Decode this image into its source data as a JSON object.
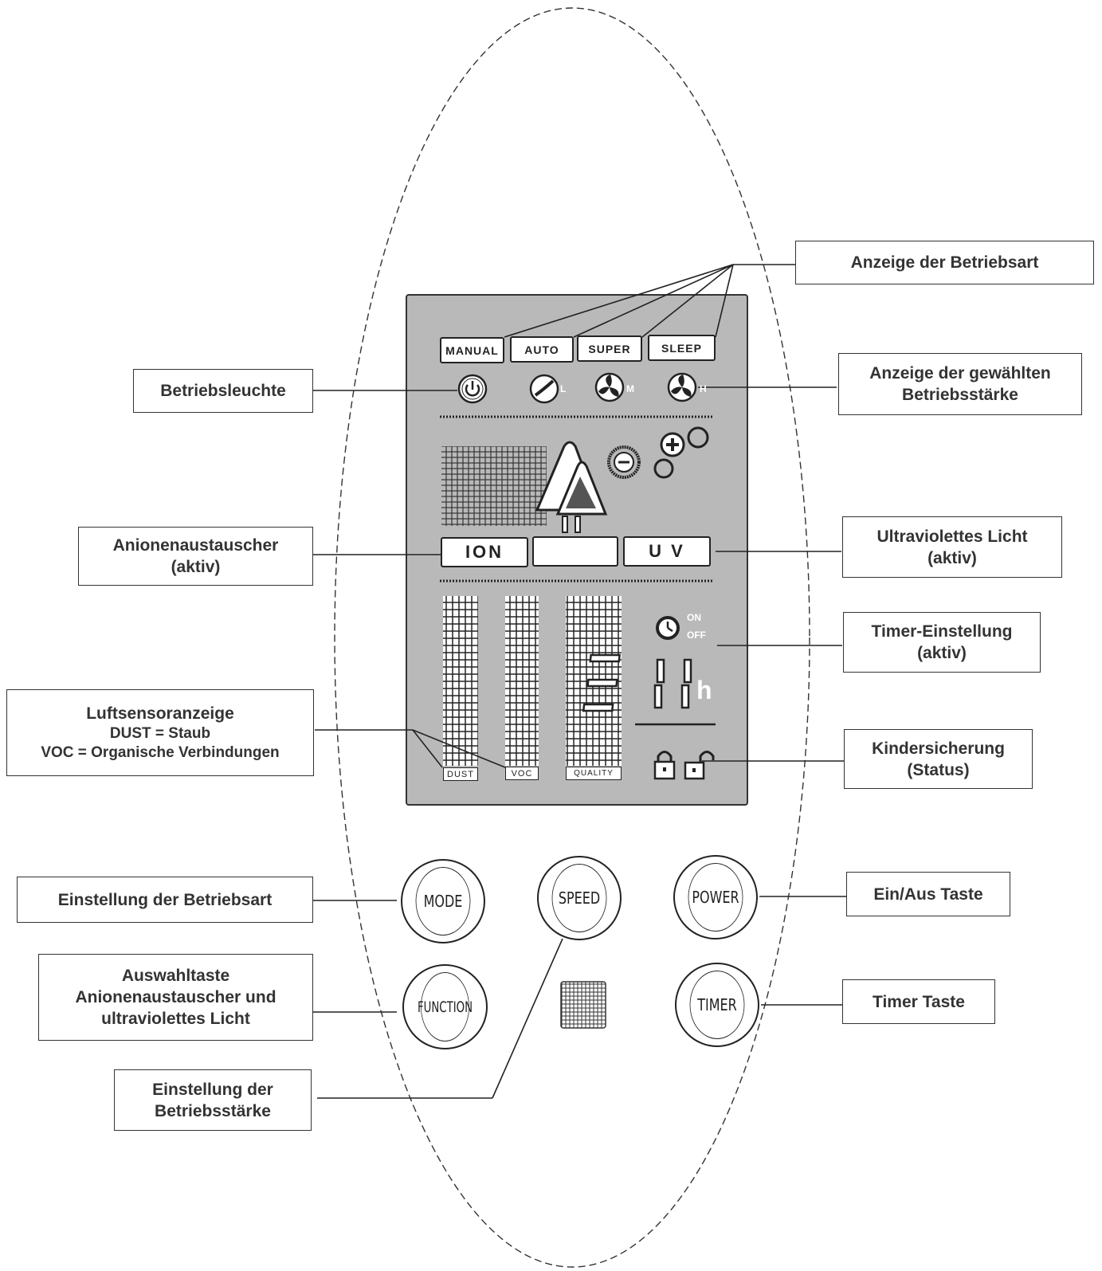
{
  "display": {
    "mode_tabs": [
      "MANUAL",
      "AUTO",
      "SUPER",
      "SLEEP"
    ],
    "speed_indicators": [
      {
        "icon": "fan-low-icon",
        "letter": "L"
      },
      {
        "icon": "fan-medium-icon",
        "letter": "M"
      },
      {
        "icon": "fan-high-icon",
        "letter": "H"
      }
    ],
    "features": [
      "ION",
      "",
      "U V"
    ],
    "bar_labels": [
      "DUST",
      "VOC",
      "QUALITY"
    ],
    "timer": {
      "on": "ON",
      "off": "OFF",
      "unit": "h"
    }
  },
  "buttons": {
    "mode": "MODE",
    "speed": "SPEED",
    "power": "POWER",
    "function": "FUNCTION",
    "timer": "TIMER"
  },
  "callouts": {
    "operating_mode_display": "Anzeige der Betriebsart",
    "operating_light": "Betriebsleuchte",
    "speed_display_line1": "Anzeige der gewählten",
    "speed_display_line2": "Betriebsstärke",
    "anion_line1": "Anionenaustauscher",
    "anion_line2": "(aktiv)",
    "uv_line1": "Ultraviolettes Licht",
    "uv_line2": "(aktiv)",
    "timer_setting_line1": "Timer-Einstellung",
    "timer_setting_line2": "(aktiv)",
    "air_sensor_line1": "Luftsensoranzeige",
    "air_sensor_line2": "DUST = Staub",
    "air_sensor_line3": "VOC = Organische Verbindungen",
    "child_lock_line1": "Kindersicherung",
    "child_lock_line2": "(Status)",
    "mode_setting": "Einstellung der Betriebsart",
    "power_button": "Ein/Aus Taste",
    "select_line1": "Auswahltaste",
    "select_line2": "Anionenaustauscher und",
    "select_line3": "ultraviolettes Licht",
    "timer_button": "Timer Taste",
    "speed_setting_line1": "Einstellung der",
    "speed_setting_line2": "Betriebsstärke"
  }
}
